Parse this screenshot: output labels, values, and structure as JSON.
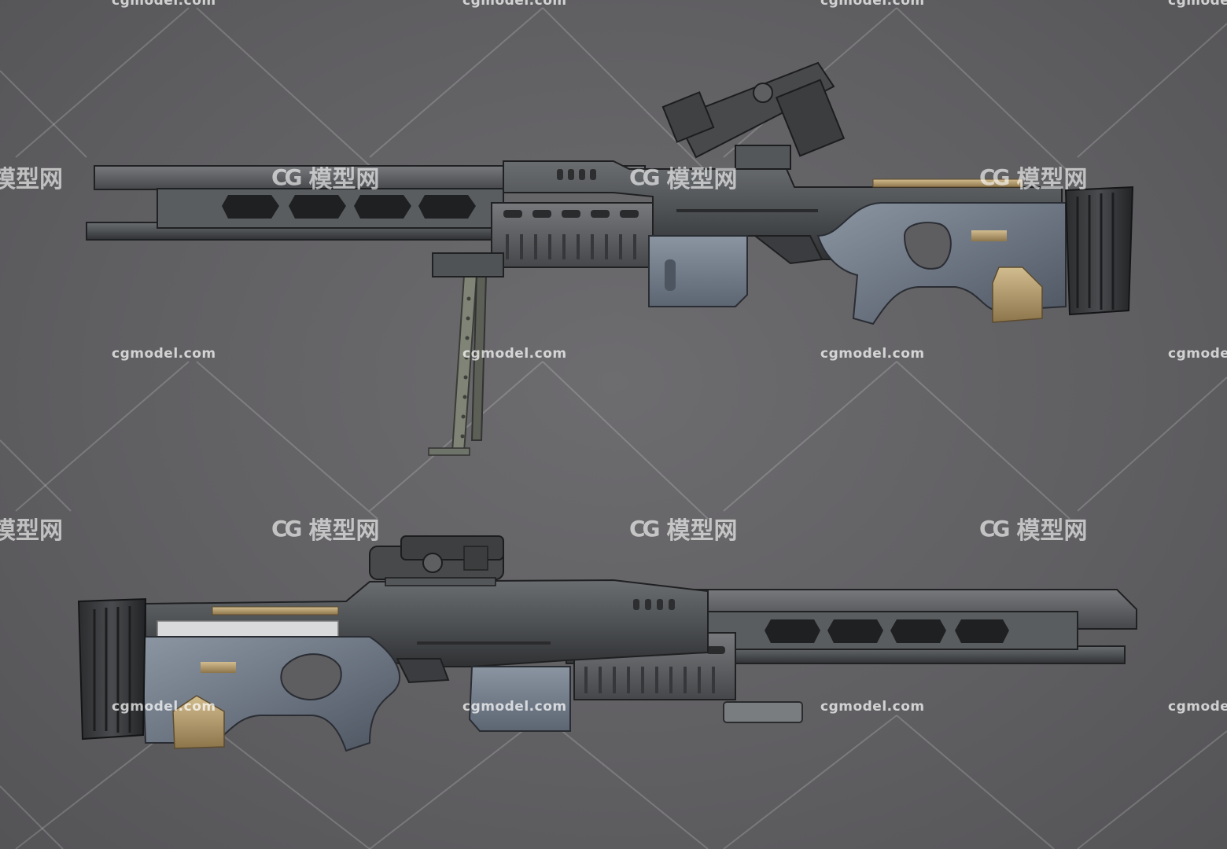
{
  "watermark": {
    "site": "cgmodel.com",
    "logo": "CG",
    "brand": "模型网"
  },
  "subjects": [
    {
      "name": "sniper-rifle-side-view-right",
      "description_icon": "rifle-icon"
    },
    {
      "name": "sniper-rifle-side-view-left",
      "description_icon": "rifle-icon"
    }
  ],
  "colors": {
    "background": "#5f5e61",
    "metal_dark": "#3a3b3d",
    "metal_mid": "#55585b",
    "grip_blue": "#6d7786",
    "brass": "#b49b6e"
  }
}
